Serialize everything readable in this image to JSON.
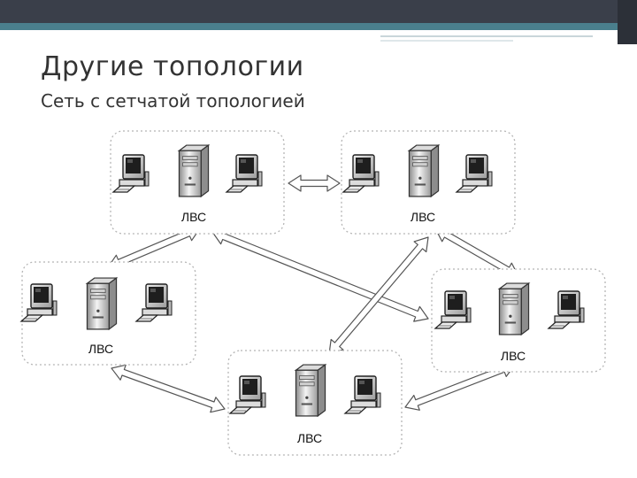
{
  "slide": {
    "title": "Другие топологии",
    "subtitle": "Сеть с сетчатой топологией"
  },
  "diagram": {
    "type": "mesh-topology",
    "nodes": [
      {
        "id": "lan-top-left",
        "label": "ЛВС"
      },
      {
        "id": "lan-top-right",
        "label": "ЛВС"
      },
      {
        "id": "lan-mid-left",
        "label": "ЛВС"
      },
      {
        "id": "lan-mid-right",
        "label": "ЛВС"
      },
      {
        "id": "lan-bottom",
        "label": "ЛВС"
      }
    ],
    "links": [
      [
        "lan-top-left",
        "lan-top-right"
      ],
      [
        "lan-top-left",
        "lan-mid-left"
      ],
      [
        "lan-top-left",
        "lan-mid-right"
      ],
      [
        "lan-top-right",
        "lan-mid-right"
      ],
      [
        "lan-top-right",
        "lan-bottom"
      ],
      [
        "lan-mid-left",
        "lan-bottom"
      ],
      [
        "lan-bottom",
        "lan-mid-right"
      ]
    ]
  }
}
